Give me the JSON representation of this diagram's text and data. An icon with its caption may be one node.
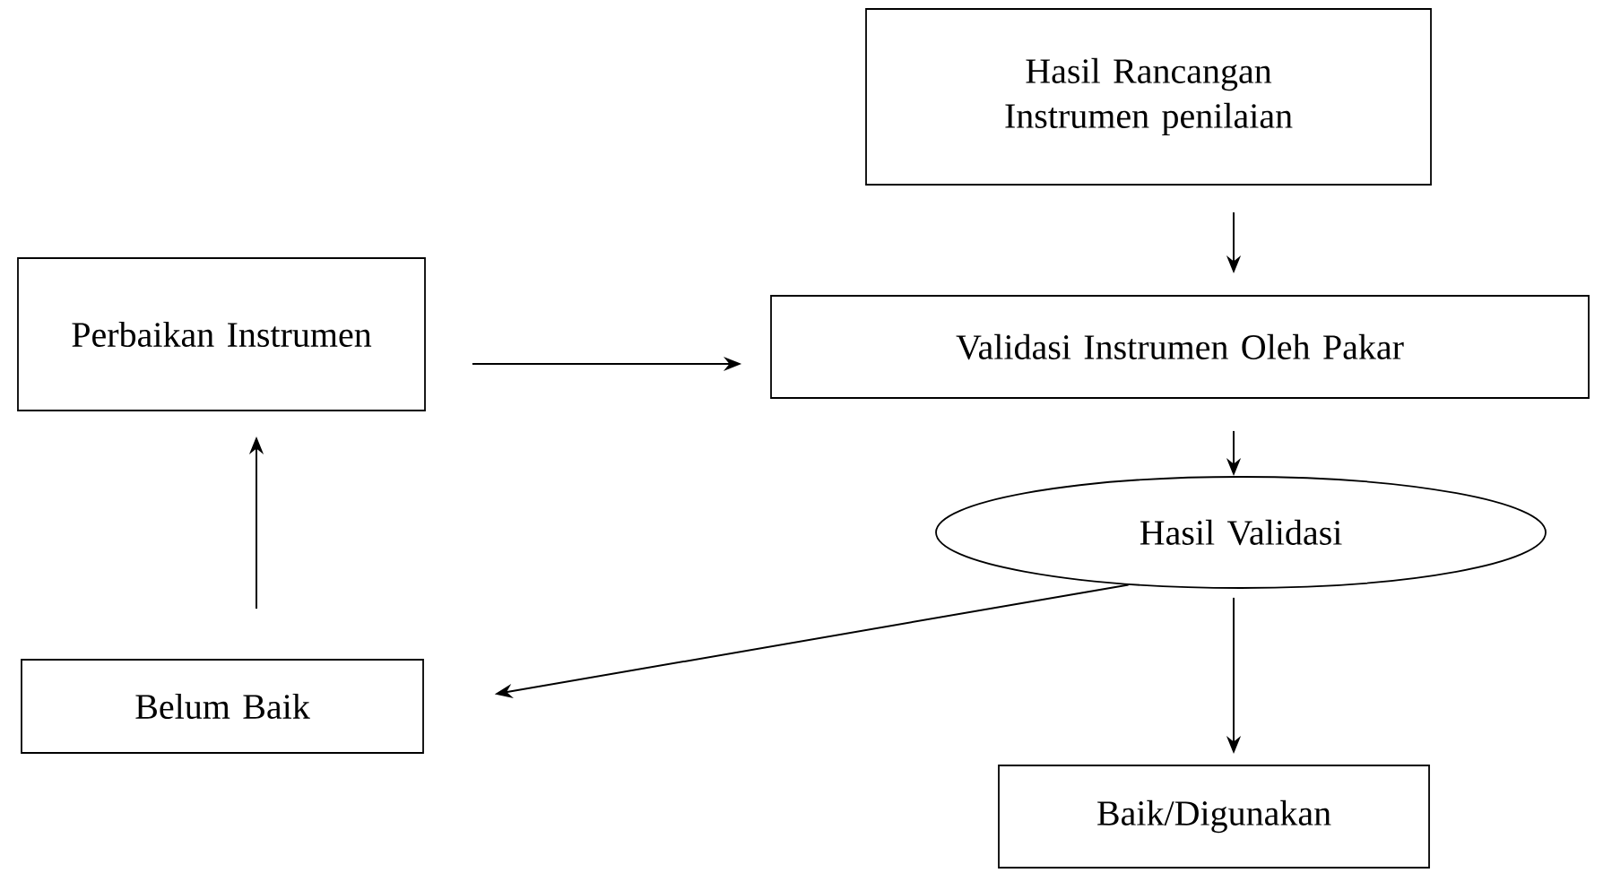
{
  "diagram": {
    "nodes": [
      {
        "text": [
          "Hasil Rancangan Instrumen penilaian"
        ]
      },
      {
        "text": [
          "Perbaikan Instrumen"
        ]
      },
      {
        "text": [
          "Validasi Instrumen Oleh Pakar"
        ]
      },
      {
        "text": [
          "Hasil  Validasi"
        ]
      },
      {
        "text": [
          "Belum Baik"
        ]
      },
      {
        "text": [
          "Baik/Digunakan"
        ]
      }
    ],
    "edges": [
      {
        "from": 0,
        "to": 2,
        "arrow": "to"
      },
      {
        "from": 1,
        "to": 2,
        "arrow": "to"
      },
      {
        "from": 2,
        "to": 3,
        "arrow": "to"
      },
      {
        "from": 3,
        "to": 4,
        "arrow": "to"
      },
      {
        "from": 4,
        "to": 1,
        "arrow": "to"
      },
      {
        "from": 3,
        "to": 5,
        "arrow": "to"
      }
    ]
  }
}
